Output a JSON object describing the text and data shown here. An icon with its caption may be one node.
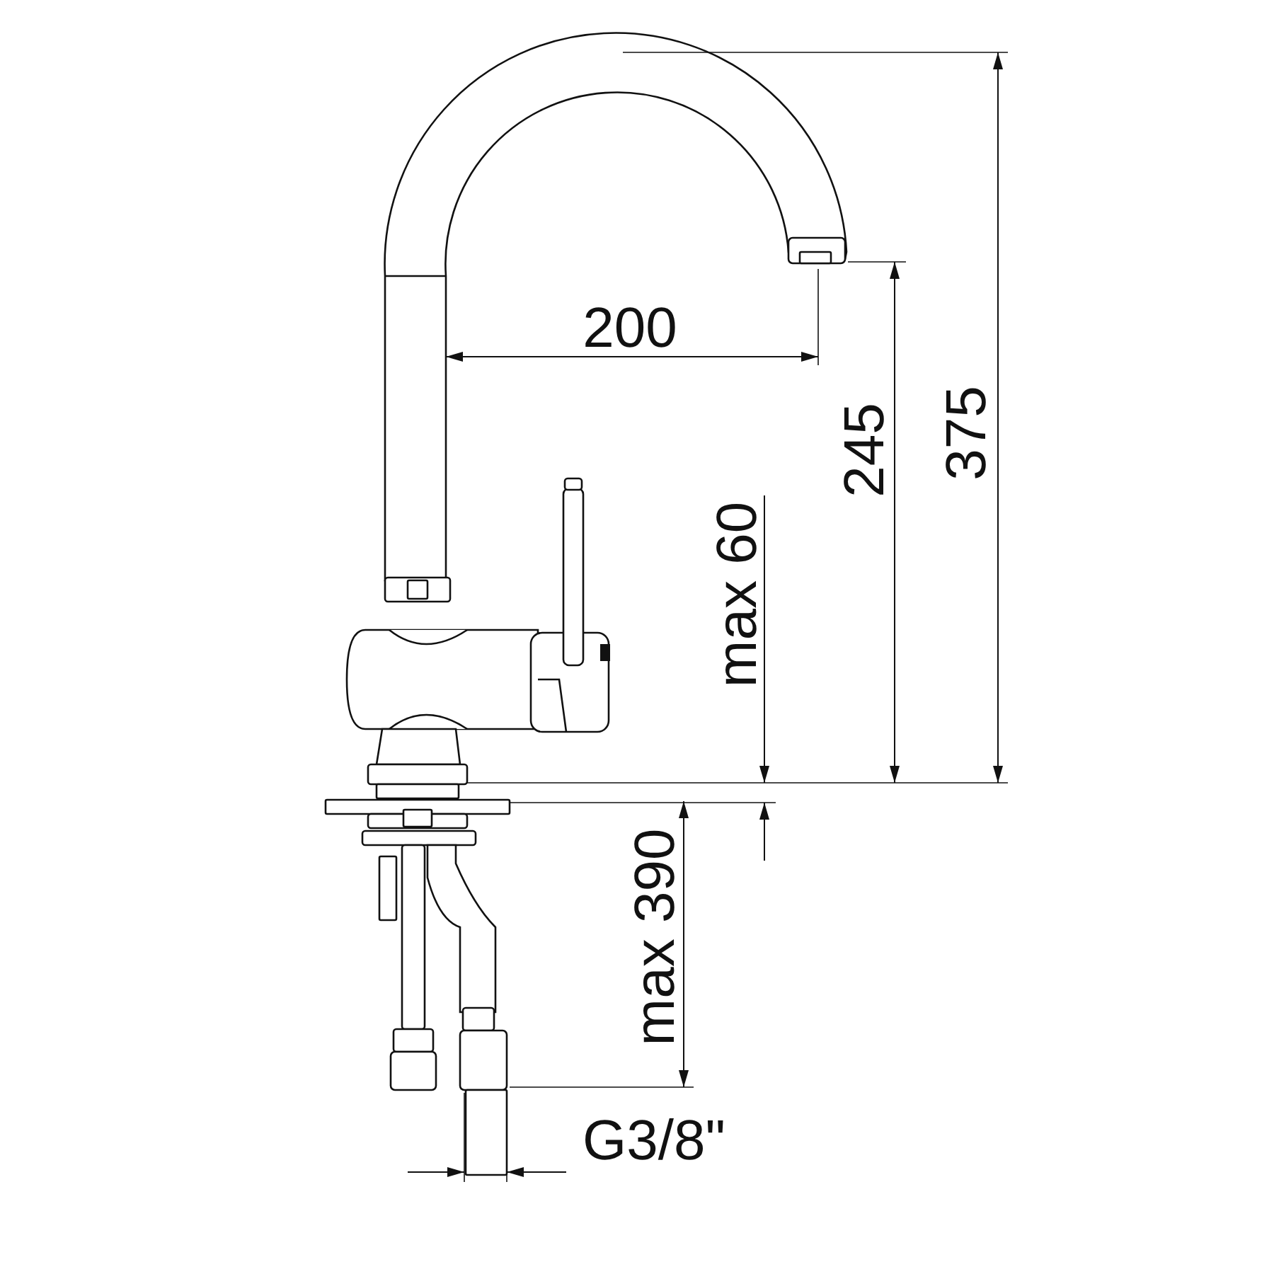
{
  "diagram": {
    "labels": [
      "200",
      "245",
      "375",
      "max 60",
      "max 390",
      "G3/8\""
    ]
  }
}
